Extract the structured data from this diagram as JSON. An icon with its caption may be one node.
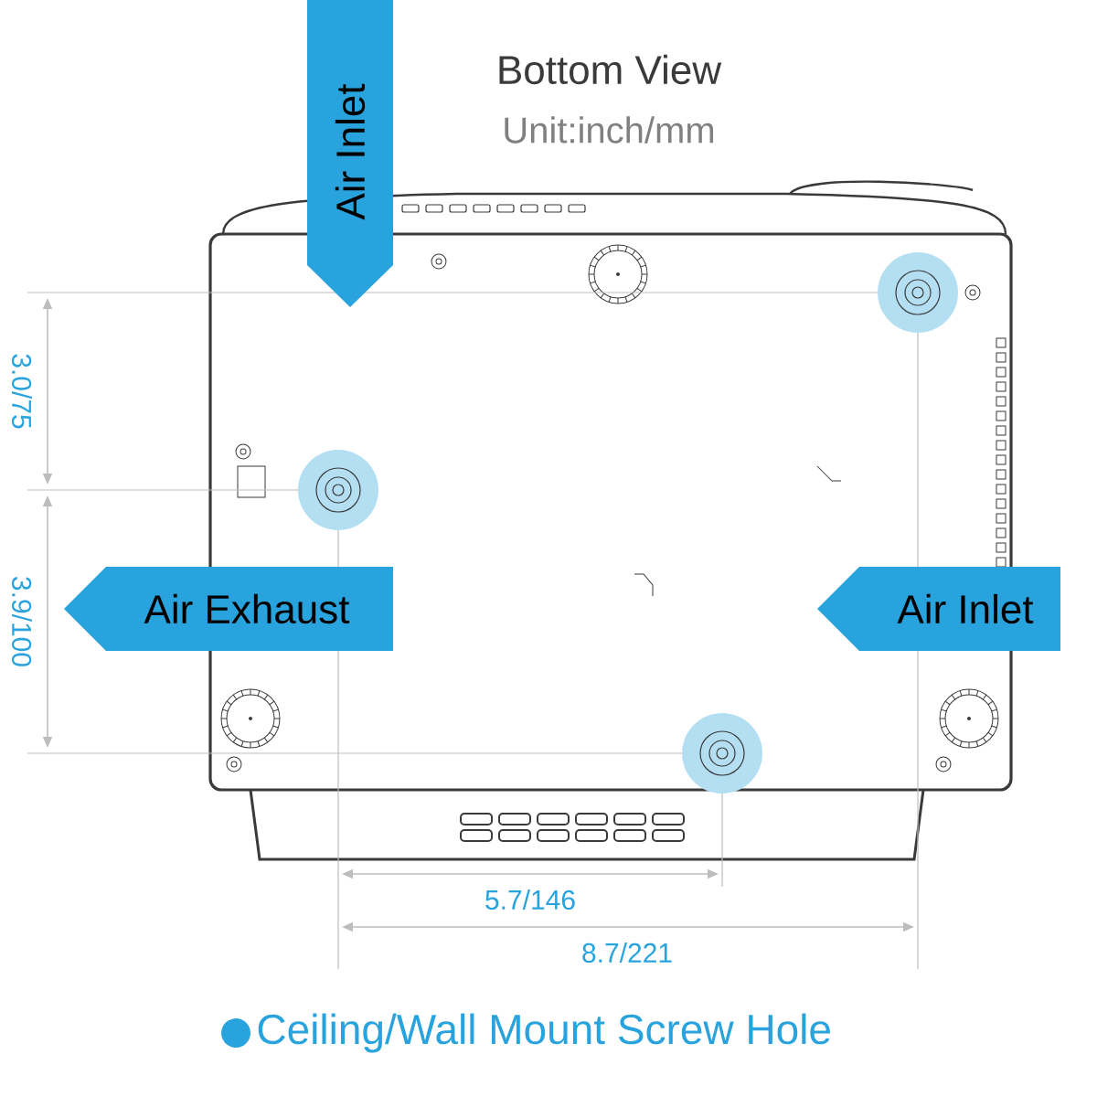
{
  "diagram": {
    "title": "Bottom View",
    "nodes": [
      {
        "text": [
          "Air Inlet"
        ]
      },
      {
        "text": [
          "Air Exhaust"
        ]
      },
      {
        "text": [
          "Air Inlet"
        ]
      }
    ],
    "labels": [
      "Unit:inch/mm",
      "3.0/75",
      "3.9/100",
      "5.7/146",
      "8.7/221"
    ],
    "legend": [
      {
        "text": "Ceiling/Wall Mount Screw Hole",
        "color": "#29a3dd"
      }
    ]
  }
}
